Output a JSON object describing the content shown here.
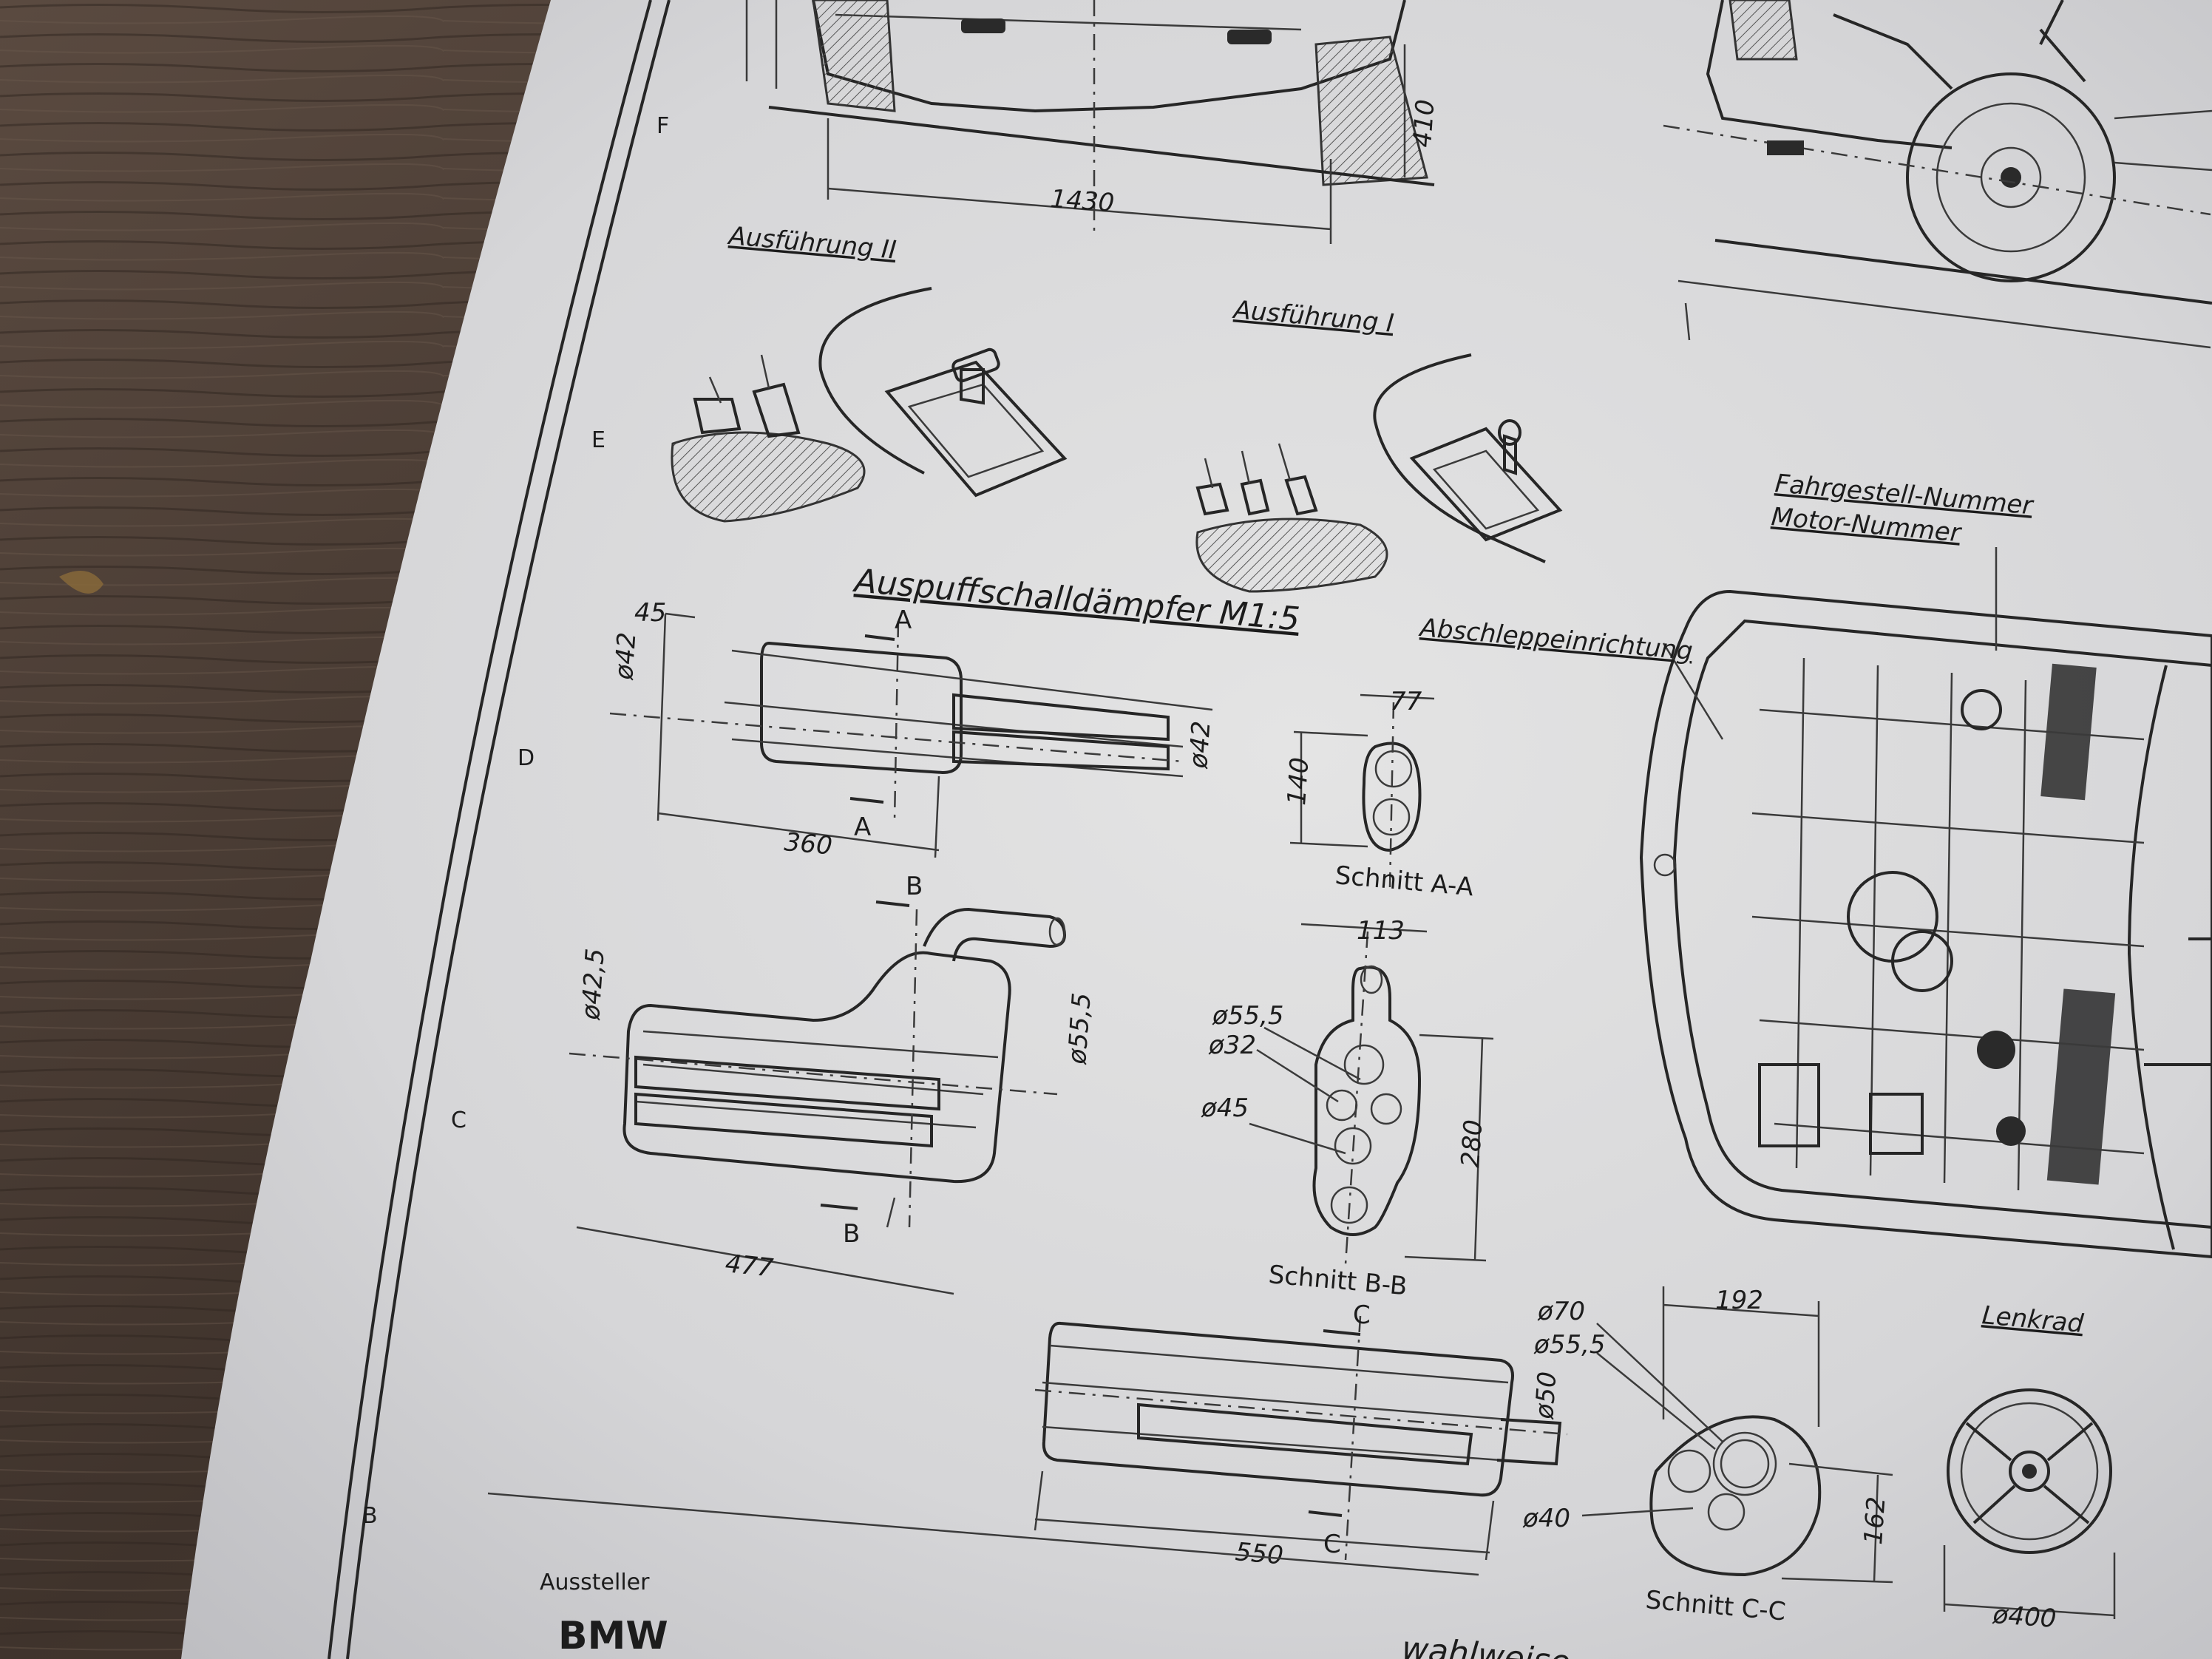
{
  "title_section": "Auspuffschalldämpfer M1:5",
  "variants": {
    "variant_2": "Ausführung II",
    "variant_1": "Ausführung I"
  },
  "engine_labels": {
    "chassis_number": "Fahrgestell-Nummer",
    "motor_number": "Motor-Nummer",
    "towing": "Abschleppeinrichtung"
  },
  "dimensions": {
    "front_width": "1430",
    "front_height": "410",
    "muffler_a_inlet": "45",
    "muffler_a_dia_left": "ø42",
    "muffler_a_dia_right": "ø42",
    "muffler_a_length": "360",
    "section_a_width": "77",
    "section_a_height": "140",
    "muffler_b_dia_left": "ø42,5",
    "muffler_b_dia_right": "ø55,5",
    "muffler_b_length": "477",
    "section_b_width": "113",
    "section_b_dia_1": "ø55,5",
    "section_b_dia_2": "ø32",
    "section_b_dia_3": "ø45",
    "section_b_height": "280",
    "muffler_c_dia": "ø50",
    "muffler_c_length": "550",
    "section_c_dia_1": "ø70",
    "section_c_dia_2": "ø55,5",
    "section_c_dia_3": "ø40",
    "section_c_width": "192",
    "section_c_height": "162",
    "steering_dia": "ø400"
  },
  "section_letters": {
    "a": "A",
    "b": "B",
    "c": "C"
  },
  "sections": {
    "a": "Schnitt A-A",
    "b": "Schnitt B-B",
    "c": "Schnitt C-C"
  },
  "steering_wheel": "Lenkrad",
  "frame_letters": [
    "F",
    "E",
    "D",
    "C",
    "B"
  ],
  "footer": {
    "exhibitor_label": "Aussteller",
    "brand": "BMW",
    "optional_text": "wahlweise"
  },
  "colors": {
    "wood": "#4a3c33",
    "paper": "#d8d8d8",
    "ink": "#262626"
  }
}
